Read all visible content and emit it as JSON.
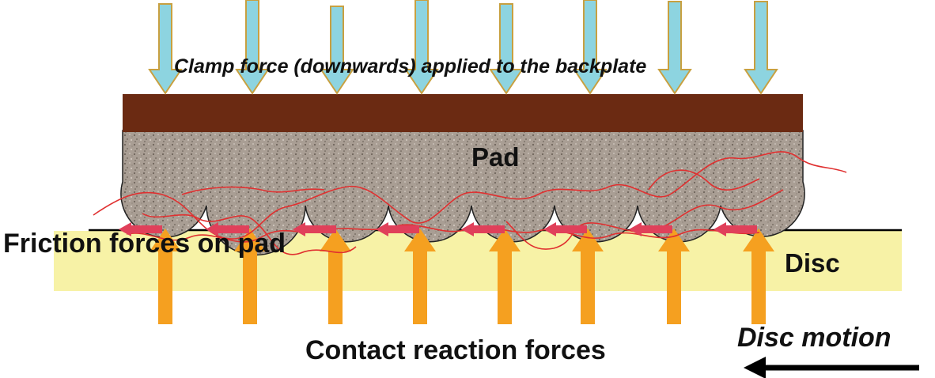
{
  "labels": {
    "clamp": "Clamp force (downwards) applied to the backplate",
    "pad": "Pad",
    "friction": "Friction forces on pad",
    "disc": "Disc",
    "contact": "Contact reaction forces",
    "motion": "Disc motion"
  },
  "colors": {
    "backplate": "#6b2a12",
    "pad": "#a99e94",
    "disc": "#f7f2a6",
    "clamp_arrow_fill": "#8dd4e0",
    "clamp_arrow_stroke": "#c8a040",
    "reaction_arrow": "#f5a020",
    "friction_arrow": "#e0405a",
    "contact_network": "#e03030",
    "motion_arrow": "#000000"
  },
  "counts": {
    "clamp_arrows": 8,
    "reaction_arrows": 8,
    "friction_arrows": 8,
    "asperities": 8
  }
}
